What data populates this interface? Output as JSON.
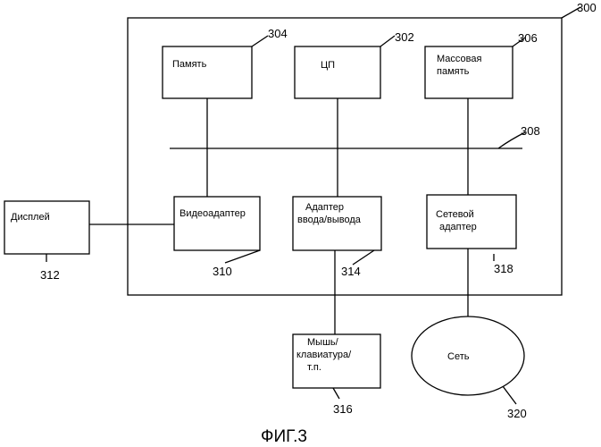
{
  "figure": {
    "caption": "ФИГ.3",
    "system_ref": "300",
    "bus_ref": "308"
  },
  "blocks": {
    "memory": {
      "lines": [
        "Память"
      ],
      "ref": "304"
    },
    "cpu": {
      "lines": [
        "ЦП"
      ],
      "ref": "302"
    },
    "mass_storage": {
      "lines": [
        "Массовая",
        "память"
      ],
      "ref": "306"
    },
    "video_adapter": {
      "lines": [
        "Видеоадаптер"
      ],
      "ref": "310"
    },
    "io_adapter": {
      "lines": [
        "Адаптер",
        "ввода/вывода"
      ],
      "ref": "314"
    },
    "network_adapter": {
      "lines": [
        "Сетевой",
        "адаптер"
      ],
      "ref": "318"
    },
    "display": {
      "lines": [
        "Дисплей"
      ],
      "ref": "312"
    },
    "input_devices": {
      "lines": [
        "Мышь/",
        "клавиатура/",
        "т.п."
      ],
      "ref": "316"
    },
    "network": {
      "lines": [
        "Сеть"
      ],
      "ref": "320"
    }
  }
}
